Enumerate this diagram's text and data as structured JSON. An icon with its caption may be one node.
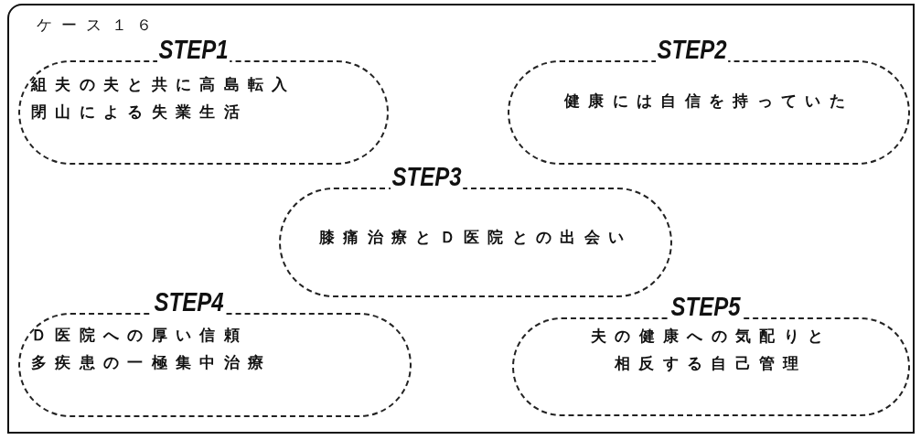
{
  "diagram": {
    "nodes": [
      {
        "text": [
          "ケース１６"
        ]
      },
      {
        "text": [
          "STEP1",
          "組夫の夫と共に高島転入",
          "閉山による失業生活"
        ],
        "in": 0
      },
      {
        "text": [
          "STEP2",
          "健康には自信を持っていた"
        ],
        "in": 0
      },
      {
        "text": [
          "STEP3",
          "膝痛治療とＤ医院との出会い"
        ],
        "in": 0
      },
      {
        "text": [
          "STEP4",
          "Ｄ医院への厚い信頼",
          "多疾患の一極集中治療"
        ],
        "in": 0
      },
      {
        "text": [
          "STEP5",
          "夫の健康への気配りと",
          "相反する自己管理"
        ],
        "in": 0
      }
    ]
  }
}
